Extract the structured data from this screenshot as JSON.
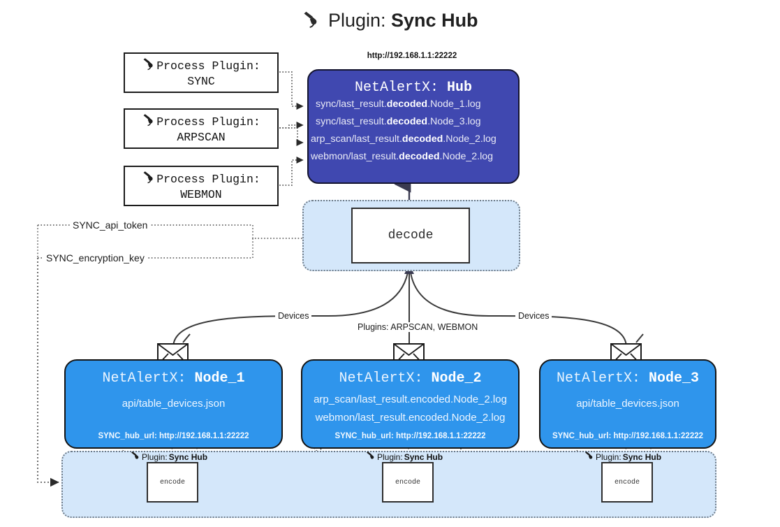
{
  "title": {
    "prefix": "Plugin:",
    "name": "Sync Hub",
    "icon": "plug-icon"
  },
  "process_plugins": [
    {
      "heading": "Process Plugin:",
      "name": "SYNC",
      "icon": "plug-icon"
    },
    {
      "heading": "Process Plugin:",
      "name": "ARPSCAN",
      "icon": "plug-icon"
    },
    {
      "heading": "Process Plugin:",
      "name": "WEBMON",
      "icon": "plug-icon"
    }
  ],
  "hub": {
    "url": "http://192.168.1.1:22222",
    "app": "NetAlertX:",
    "name": "Hub",
    "lines": [
      {
        "pre": "sync/last_result.",
        "em": "decoded",
        "post": ".Node_1.log"
      },
      {
        "pre": "sync/last_result.",
        "em": "decoded",
        "post": ".Node_3.log"
      },
      {
        "pre": "arp_scan/last_result.",
        "em": "decoded",
        "post": ".Node_2.log"
      },
      {
        "pre": "webmon/last_result.",
        "em": "decoded",
        "post": ".Node_2.log"
      }
    ]
  },
  "decode": {
    "label": "decode"
  },
  "tokens": [
    {
      "label": "SYNC_api_token"
    },
    {
      "label": "SYNC_encryption_key"
    }
  ],
  "edge_labels": {
    "devices_left": "Devices",
    "devices_right": "Devices",
    "plugins_center": "Plugins: ARPSCAN, WEBMON"
  },
  "nodes": [
    {
      "app": "NetAlertX:",
      "name": "Node_1",
      "icon": "envelope-icon",
      "lines": [
        "api/table_devices.json"
      ],
      "url_key": "SYNC_hub_url:",
      "url_value": "http://192.168.1.1:22222"
    },
    {
      "app": "NetAlertX:",
      "name": "Node_2",
      "icon": "envelope-icon",
      "lines": [
        "arp_scan/last_result.encoded.Node_2.log",
        "webmon/last_result.encoded.Node_2.log"
      ],
      "url_key": "SYNC_hub_url:",
      "url_value": "http://192.168.1.1:22222"
    },
    {
      "app": "NetAlertX:",
      "name": "Node_3",
      "icon": "envelope-icon",
      "lines": [
        "api/table_devices.json"
      ],
      "url_key": "SYNC_hub_url:",
      "url_value": "http://192.168.1.1:22222"
    }
  ],
  "encoders": [
    {
      "plugin_prefix": "Plugin:",
      "plugin_name": "Sync Hub",
      "label": "encode",
      "icon": "plug-icon"
    },
    {
      "plugin_prefix": "Plugin:",
      "plugin_name": "Sync Hub",
      "label": "encode",
      "icon": "plug-icon"
    },
    {
      "plugin_prefix": "Plugin:",
      "plugin_name": "Sync Hub",
      "label": "encode",
      "icon": "plug-icon"
    }
  ],
  "colors": {
    "hub_fill": "#4048b0",
    "node_fill": "#2f95ec",
    "container_fill": "#d4e7fa",
    "stroke": "#1b1b1b",
    "background": "#ffffff"
  }
}
